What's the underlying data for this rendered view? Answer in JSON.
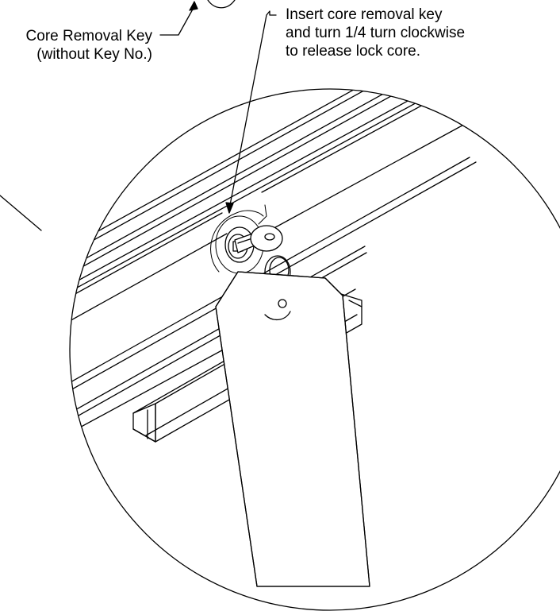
{
  "callouts": {
    "core_removal_key": {
      "line1": "Core Removal Key",
      "line2": "(without Key No.)"
    },
    "instruction": {
      "line1": "Insert core removal key",
      "line2": "and turn 1/4 turn clockwise",
      "line3": "to release lock core."
    }
  },
  "colors": {
    "ink": "#000000",
    "paper": "#ffffff"
  },
  "icons": {
    "key": "key-icon",
    "tag": "tag-icon",
    "ring": "key-ring-icon",
    "rotation": "clockwise-arrow-icon"
  }
}
